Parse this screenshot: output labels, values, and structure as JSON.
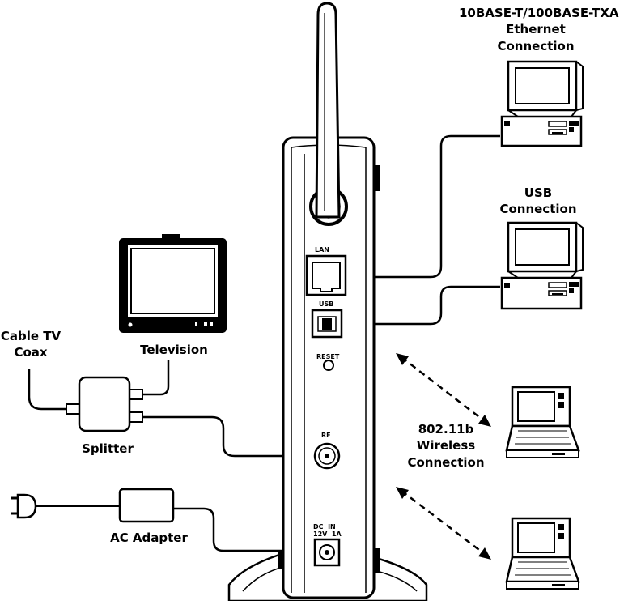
{
  "labels": {
    "ethernet_line1": "10BASE-T/100BASE-TXA",
    "ethernet_line2": "Ethernet",
    "ethernet_line3": "Connection",
    "usb_line1": "USB",
    "usb_line2": "Connection",
    "wireless_line1": "802.11b",
    "wireless_line2": "Wireless",
    "wireless_line3": "Connection",
    "cable_line1": "Cable TV",
    "cable_line2": "Coax",
    "television": "Television",
    "splitter": "Splitter",
    "ac_adapter": "AC Adapter"
  },
  "ports": {
    "lan": "LAN",
    "usb": "USB",
    "reset": "RESET",
    "rf": "RF",
    "dc_line1": "DC  IN",
    "dc_line2": "12V  1A"
  },
  "colors": {
    "ink": "#000000",
    "paper": "#ffffff"
  }
}
